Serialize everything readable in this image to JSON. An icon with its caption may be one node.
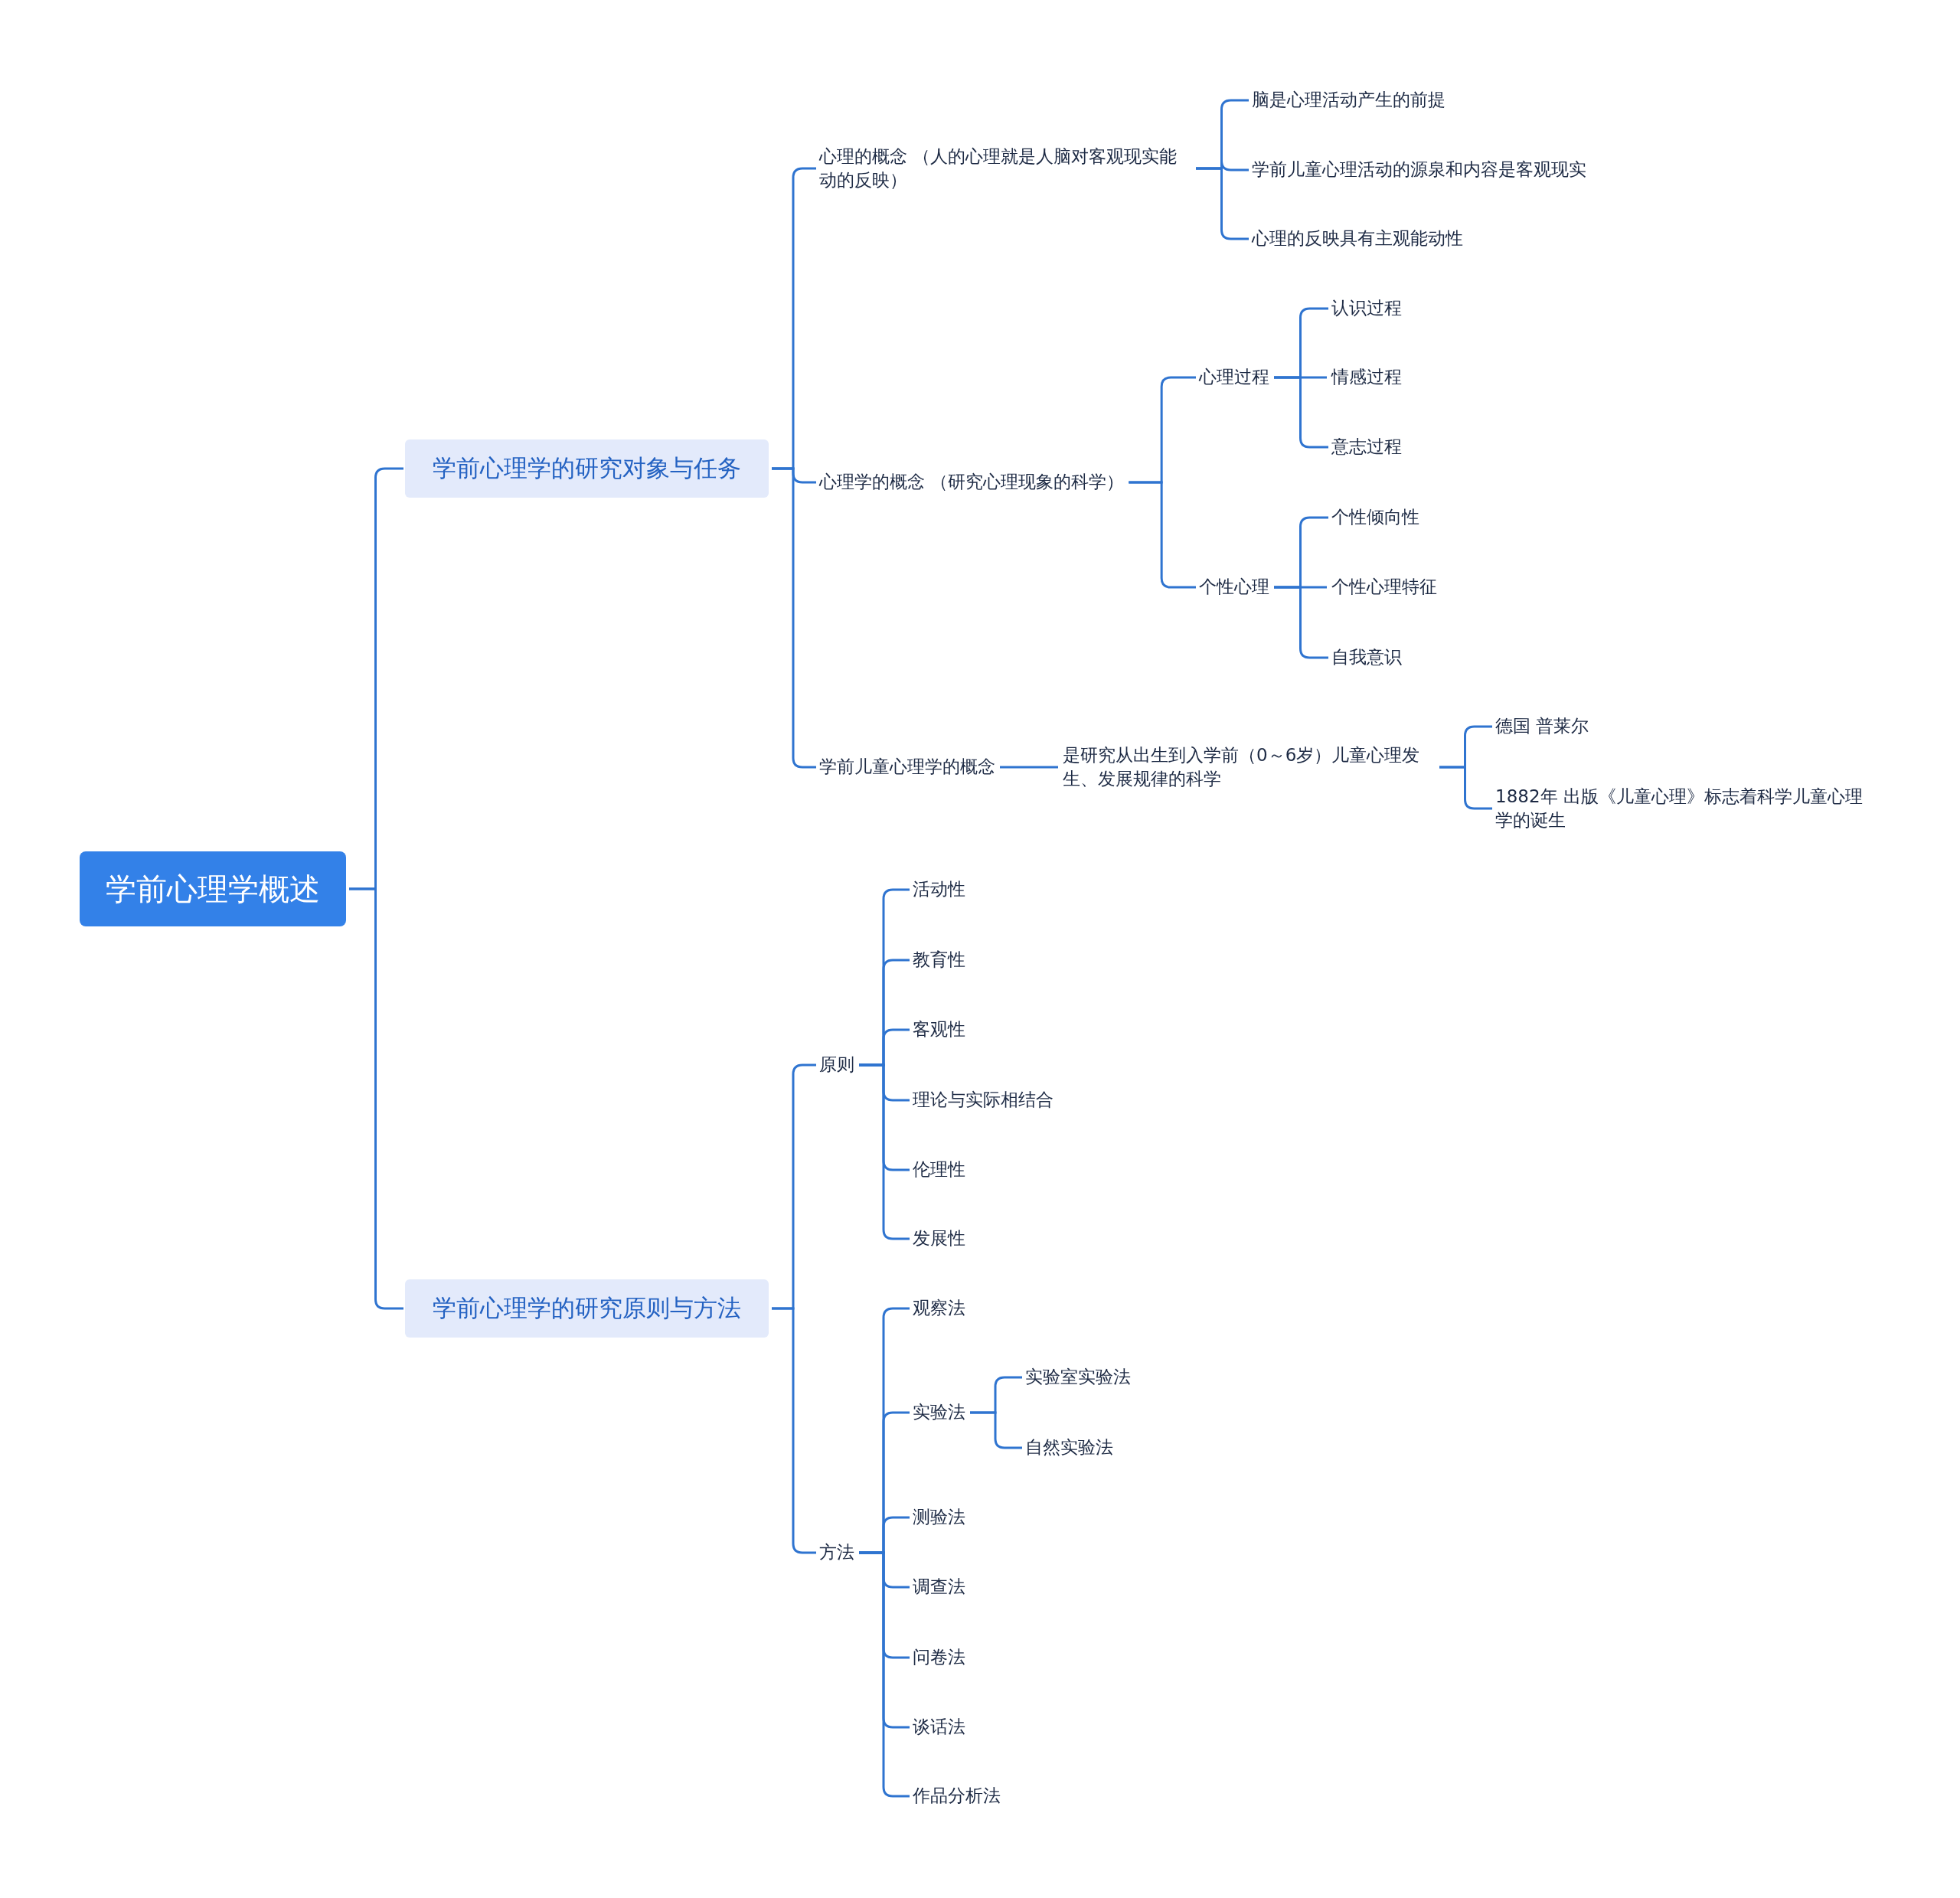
{
  "diagram": {
    "nodes": [
      {
        "text": [
          "学前心理学概述"
        ]
      },
      {
        "text": [
          "学前心理学的研究对象与任务"
        ]
      },
      {
        "text": [
          "心理的概念 （人的心理就是人脑对客观现实能动的反映）"
        ]
      },
      {
        "text": [
          "脑是心理活动产生的前提"
        ]
      },
      {
        "text": [
          "学前儿童心理活动的源泉和内容是客观现实"
        ]
      },
      {
        "text": [
          "心理的反映具有主观能动性"
        ]
      },
      {
        "text": [
          "心理学的概念 （研究心理现象的科学）"
        ]
      },
      {
        "text": [
          "心理过程"
        ]
      },
      {
        "text": [
          "认识过程"
        ]
      },
      {
        "text": [
          "情感过程"
        ]
      },
      {
        "text": [
          "意志过程"
        ]
      },
      {
        "text": [
          "个性心理"
        ]
      },
      {
        "text": [
          "个性倾向性"
        ]
      },
      {
        "text": [
          "个性心理特征"
        ]
      },
      {
        "text": [
          "自我意识"
        ]
      },
      {
        "text": [
          "学前儿童心理学的概念"
        ]
      },
      {
        "text": [
          "是研究从出生到入学前（0～6岁）儿童心理发生、发展规律的科学"
        ]
      },
      {
        "text": [
          "德国 普莱尔"
        ]
      },
      {
        "text": [
          "1882年 出版《儿童心理》标志着科学儿童心理学的诞生"
        ]
      },
      {
        "text": [
          "学前心理学的研究原则与方法"
        ]
      },
      {
        "text": [
          "原则"
        ]
      },
      {
        "text": [
          "活动性"
        ]
      },
      {
        "text": [
          "教育性"
        ]
      },
      {
        "text": [
          "客观性"
        ]
      },
      {
        "text": [
          "理论与实际相结合"
        ]
      },
      {
        "text": [
          "伦理性"
        ]
      },
      {
        "text": [
          "发展性"
        ]
      },
      {
        "text": [
          "方法"
        ]
      },
      {
        "text": [
          "观察法"
        ]
      },
      {
        "text": [
          "实验法"
        ]
      },
      {
        "text": [
          "实验室实验法"
        ]
      },
      {
        "text": [
          "自然实验法"
        ]
      },
      {
        "text": [
          "测验法"
        ]
      },
      {
        "text": [
          "调查法"
        ]
      },
      {
        "text": [
          "问卷法"
        ]
      },
      {
        "text": [
          "谈话法"
        ]
      },
      {
        "text": [
          "作品分析法"
        ]
      }
    ],
    "edges": [
      {
        "from": 0,
        "to": 1,
        "arrow": "none"
      },
      {
        "from": 1,
        "to": 2,
        "arrow": "none"
      },
      {
        "from": 2,
        "to": 3,
        "arrow": "none"
      },
      {
        "from": 2,
        "to": 4,
        "arrow": "none"
      },
      {
        "from": 2,
        "to": 5,
        "arrow": "none"
      },
      {
        "from": 1,
        "to": 6,
        "arrow": "none"
      },
      {
        "from": 6,
        "to": 7,
        "arrow": "none"
      },
      {
        "from": 7,
        "to": 8,
        "arrow": "none"
      },
      {
        "from": 7,
        "to": 9,
        "arrow": "none"
      },
      {
        "from": 7,
        "to": 10,
        "arrow": "none"
      },
      {
        "from": 6,
        "to": 11,
        "arrow": "none"
      },
      {
        "from": 11,
        "to": 12,
        "arrow": "none"
      },
      {
        "from": 11,
        "to": 13,
        "arrow": "none"
      },
      {
        "from": 11,
        "to": 14,
        "arrow": "none"
      },
      {
        "from": 1,
        "to": 15,
        "arrow": "none"
      },
      {
        "from": 15,
        "to": 16,
        "arrow": "none"
      },
      {
        "from": 16,
        "to": 17,
        "arrow": "none"
      },
      {
        "from": 16,
        "to": 18,
        "arrow": "none"
      },
      {
        "from": 0,
        "to": 19,
        "arrow": "none"
      },
      {
        "from": 19,
        "to": 20,
        "arrow": "none"
      },
      {
        "from": 20,
        "to": 21,
        "arrow": "none"
      },
      {
        "from": 20,
        "to": 22,
        "arrow": "none"
      },
      {
        "from": 20,
        "to": 23,
        "arrow": "none"
      },
      {
        "from": 20,
        "to": 24,
        "arrow": "none"
      },
      {
        "from": 20,
        "to": 25,
        "arrow": "none"
      },
      {
        "from": 20,
        "to": 26,
        "arrow": "none"
      },
      {
        "from": 19,
        "to": 27,
        "arrow": "none"
      },
      {
        "from": 27,
        "to": 28,
        "arrow": "none"
      },
      {
        "from": 27,
        "to": 29,
        "arrow": "none"
      },
      {
        "from": 29,
        "to": 30,
        "arrow": "none"
      },
      {
        "from": 29,
        "to": 31,
        "arrow": "none"
      },
      {
        "from": 27,
        "to": 32,
        "arrow": "none"
      },
      {
        "from": 27,
        "to": 33,
        "arrow": "none"
      },
      {
        "from": 27,
        "to": 34,
        "arrow": "none"
      },
      {
        "from": 27,
        "to": 35,
        "arrow": "none"
      },
      {
        "from": 27,
        "to": 36,
        "arrow": "none"
      }
    ]
  }
}
